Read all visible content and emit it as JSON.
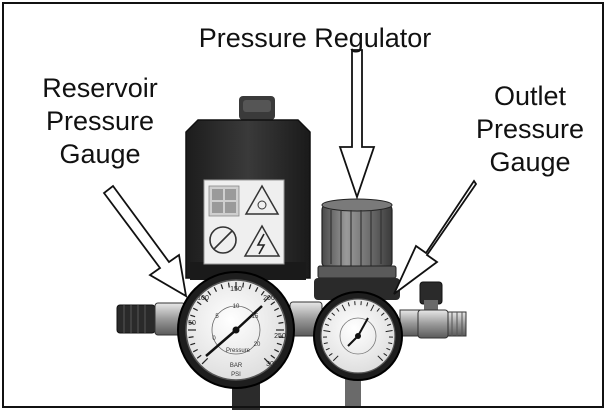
{
  "labels": {
    "pressure_regulator": "Pressure Regulator",
    "reservoir_gauge": [
      "Reservoir",
      "Pressure",
      "Gauge"
    ],
    "outlet_gauge": [
      "Outlet",
      "Pressure",
      "Gauge"
    ]
  },
  "gauge_left": {
    "scale_values": [
      "50",
      "100",
      "150",
      "200",
      "250",
      "300"
    ],
    "inner_scale_values": [
      "0",
      "5",
      "10",
      "15",
      "20"
    ],
    "brand": "Pressure",
    "unit_bar": "BAR",
    "unit_psi": "PSI"
  },
  "colors": {
    "ink": "#111111",
    "body_dark": "#2a2a2a",
    "metal": "#b8b8b8",
    "gauge_face": "#f4f4f4",
    "cap_gray": "#6e6e6e"
  }
}
